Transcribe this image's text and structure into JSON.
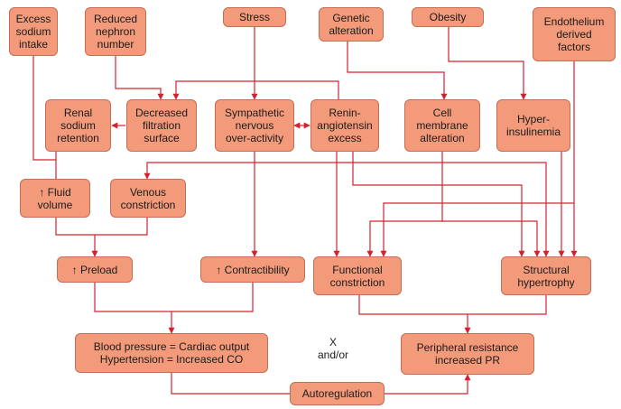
{
  "colors": {
    "box_fill": "#f29a7a",
    "box_border": "#c56d55",
    "arrow": "#d6202e",
    "text": "#1b1b1b"
  },
  "nodes": {
    "excess_sodium_intake": "Excess\nsodium\nintake",
    "reduced_nephron_number": "Reduced\nnephron\nnumber",
    "stress": "Stress",
    "genetic_alteration": "Genetic\nalteration",
    "obesity": "Obesity",
    "endothelium_factors": "Endothelium\nderived\nfactors",
    "renal_sodium_retention": "Renal\nsodium\nretention",
    "decreased_filtration_surface": "Decreased\nfiltration\nsurface",
    "sympathetic_overactivity": "Sympathetic\nnervous\nover-activity",
    "renin_angiotensin_excess": "Renin-\nangiotensin\nexcess",
    "cell_membrane_alteration": "Cell\nmembrane\nalteration",
    "hyperinsulinemia": "Hyper-\ninsulinemia",
    "fluid_volume": "↑ Fluid\nvolume",
    "venous_constriction": "Venous\nconstriction",
    "preload": "↑ Preload",
    "contractibility": "↑ Contractibility",
    "functional_constriction": "Functional\nconstriction",
    "structural_hypertrophy": "Structural\nhypertrophy",
    "blood_pressure": "Blood pressure = Cardiac output\nHypertension = Increased CO",
    "peripheral_resistance": "Peripheral resistance\nincreased PR",
    "autoregulation": "Autoregulation"
  },
  "operator": "X\nand/or"
}
